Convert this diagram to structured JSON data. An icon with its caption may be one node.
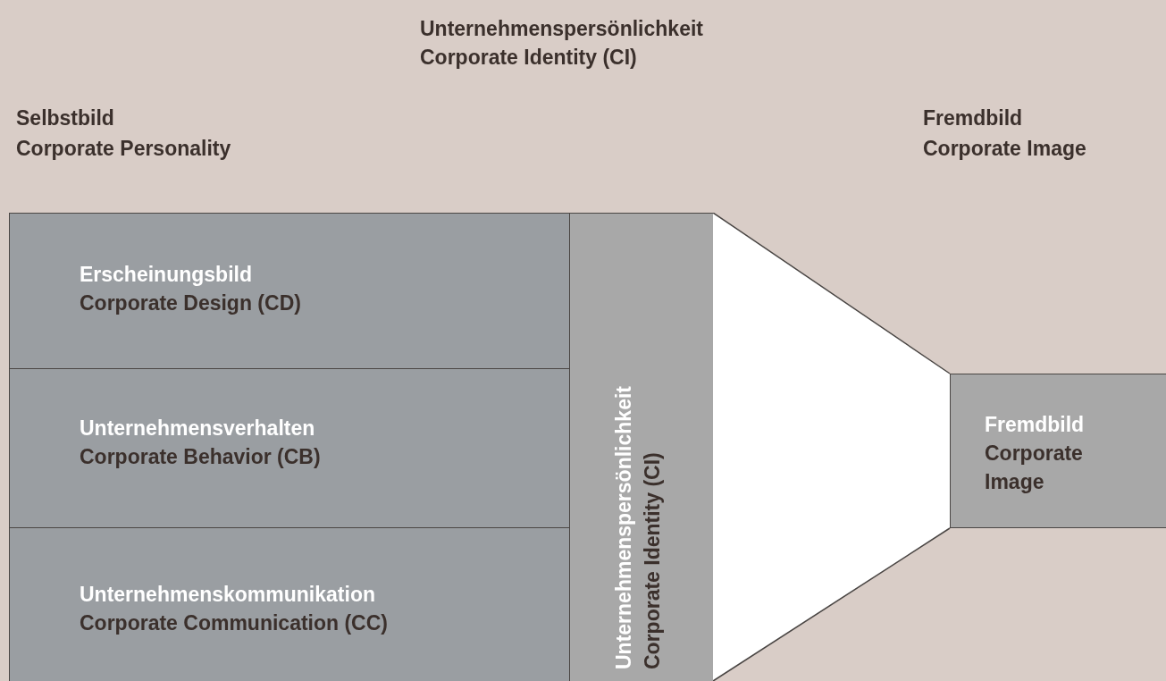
{
  "diagram": {
    "nodes": [
      {
        "text": [
          "Erscheinungsbild",
          "Corporate Design (CD)"
        ]
      },
      {
        "text": [
          "Unternehmensverhalten",
          "Corporate Behavior (CB)"
        ]
      },
      {
        "text": [
          "Unternehmenskommunikation",
          "Corporate Communication (CC)"
        ]
      },
      {
        "text": [
          "Unternehmenspersönlichkeit",
          "Corporate Identity (CI)"
        ]
      },
      {
        "text": [],
        "shape": "funnel"
      },
      {
        "text": [
          "Fremdbild",
          "Corporate Image"
        ]
      }
    ],
    "labels": [
      "Unternehmenspersönlichkeit",
      "Corporate Identity (CI)",
      "Selbstbild",
      "Corporate Personality",
      "Fremdbild",
      "Corporate Image"
    ]
  }
}
